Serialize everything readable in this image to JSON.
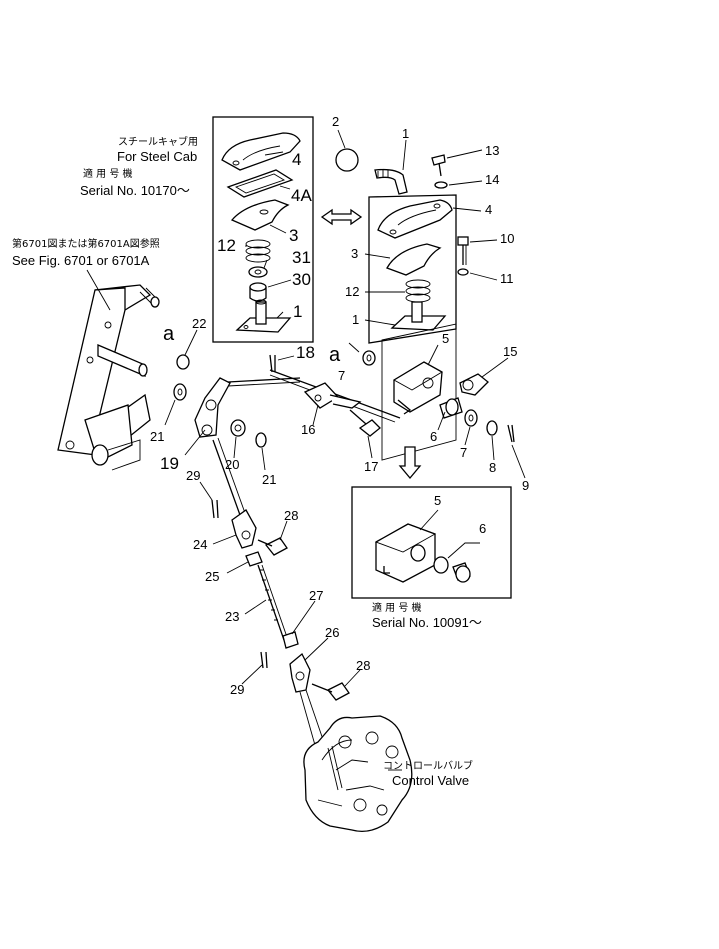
{
  "colors": {
    "ink": "#000000",
    "paper": "#ffffff"
  },
  "notes": {
    "steel_cab_jp": "スチールキャブ用",
    "steel_cab_en": "For Steel Cab",
    "serial_jp_1": "適 用 号 機",
    "serial_en_1": "Serial No. 10170～",
    "see_fig_jp": "第6701図または第6701A図参照",
    "see_fig_en": "See Fig. 6701 or 6701A",
    "serial_jp_2": "適 用 号 機",
    "serial_en_2": "Serial No. 10091～",
    "control_valve_jp": "コントロールバルブ",
    "control_valve_en": "Control Valve"
  },
  "markers": {
    "a1": "a",
    "a2": "a"
  },
  "parts": {
    "p1_top": "1",
    "p2": "2",
    "p13": "13",
    "p14": "14",
    "p4_top": "4",
    "p10": "10",
    "p3_right": "3",
    "p11": "11",
    "p12_right": "12",
    "p1_right": "1",
    "p5_right": "5",
    "p15": "15",
    "p7_a": "7",
    "p18": "18",
    "p6_right": "6",
    "p7_b": "7",
    "p8": "8",
    "p9": "9",
    "p16": "16",
    "p17": "17",
    "p4_box": "4",
    "p4A_box": "4A",
    "p3_box": "3",
    "p12_box": "12",
    "p31_box": "31",
    "p30_box": "30",
    "p1_box": "1",
    "p22": "22",
    "p21_a": "21",
    "p20": "20",
    "p21_b": "21",
    "p19": "19",
    "p29_a": "29",
    "p28_a": "28",
    "p24": "24",
    "p25": "25",
    "p23": "23",
    "p27": "27",
    "p26": "26",
    "p28_b": "28",
    "p29_b": "29",
    "p5_box": "5",
    "p6_box": "6"
  }
}
